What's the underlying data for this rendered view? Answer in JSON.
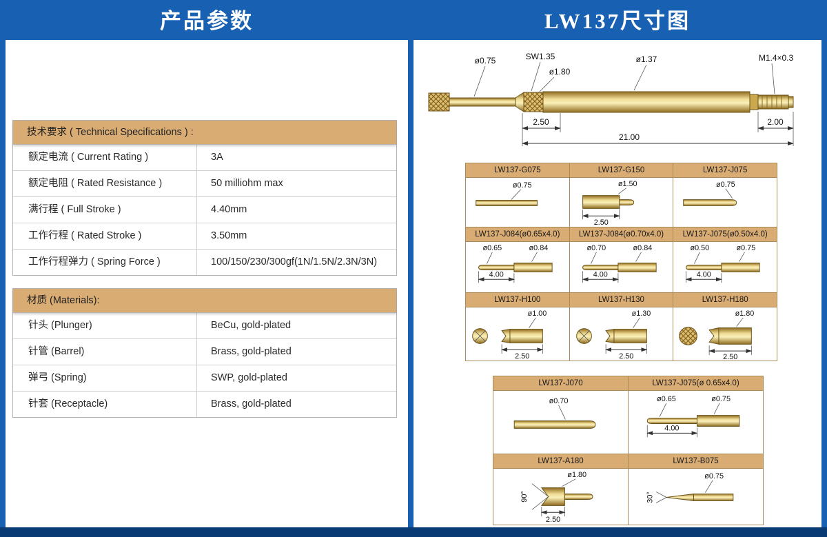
{
  "titles": {
    "left": "产品参数",
    "right": "LW137尺寸图"
  },
  "specs": {
    "header": "技术要求 ( Technical Specifications ) :",
    "rows": [
      {
        "label": "额定电流 ( Current Rating )",
        "value": "3A"
      },
      {
        "label": "额定电阻 ( Rated Resistance )",
        "value": "50 milliohm max"
      },
      {
        "label": "满行程 ( Full Stroke )",
        "value": "4.40mm"
      },
      {
        "label": "工作行程 ( Rated Stroke )",
        "value": "3.50mm"
      },
      {
        "label": "工作行程弹力 ( Spring Force )",
        "value": "100/150/230/300gf(1N/1.5N/2.3N/3N)"
      }
    ]
  },
  "materials": {
    "header": "材质 (Materials):",
    "rows": [
      {
        "label": "针头 (Plunger)",
        "value": "BeCu, gold-plated"
      },
      {
        "label": "针管 (Barrel)",
        "value": "Brass, gold-plated"
      },
      {
        "label": "弹弓 (Spring)",
        "value": "SWP, gold-plated"
      },
      {
        "label": "针套 (Receptacle)",
        "value": "Brass, gold-plated"
      }
    ]
  },
  "drawing": {
    "dia_tip": "ø0.75",
    "sw": "SW1.35",
    "dia_flange": "ø1.80",
    "dia_body": "ø1.37",
    "thread": "M1.4×0.3",
    "dim_front": "2.50",
    "dim_total": "21.00",
    "dim_thread": "2.00"
  },
  "grid1": {
    "headers1": [
      "LW137-G075",
      "LW137-G150",
      "LW137-J075"
    ],
    "g075": {
      "dia": "ø0.75"
    },
    "g150": {
      "dia": "ø1.50",
      "len": "2.50"
    },
    "j075": {
      "dia": "ø0.75"
    },
    "headers2": [
      "LW137-J084(ø0.65x4.0)",
      "LW137-J084(ø0.70x4.0)",
      "LW137-J075(ø0.50x4.0)"
    ],
    "j084a": {
      "d1": "ø0.65",
      "d2": "ø0.84",
      "len": "4.00"
    },
    "j084b": {
      "d1": "ø0.70",
      "d2": "ø0.84",
      "len": "4.00"
    },
    "j075b": {
      "d1": "ø0.50",
      "d2": "ø0.75",
      "len": "4.00"
    },
    "headers3": [
      "LW137-H100",
      "LW137-H130",
      "LW137-H180"
    ],
    "h100": {
      "dia": "ø1.00",
      "len": "2.50"
    },
    "h130": {
      "dia": "ø1.30",
      "len": "2.50"
    },
    "h180": {
      "dia": "ø1.80",
      "len": "2.50"
    }
  },
  "grid2": {
    "headers1": [
      "LW137-J070",
      "LW137-J075(ø 0.65x4.0)"
    ],
    "j070": {
      "dia": "ø0.70"
    },
    "j075c": {
      "d1": "ø0.65",
      "d2": "ø0.75",
      "len": "4.00"
    },
    "headers2": [
      "LW137-A180",
      "LW137-B075"
    ],
    "a180": {
      "dia": "ø1.80",
      "len": "2.50",
      "angle": "90°"
    },
    "b075": {
      "dia": "ø0.75",
      "angle": "30°"
    }
  }
}
